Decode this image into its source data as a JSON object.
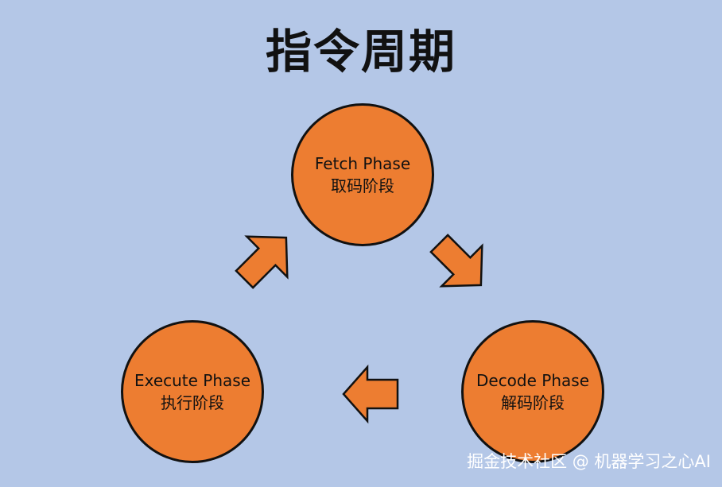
{
  "title": "指令周期",
  "phases": {
    "fetch": {
      "en": "Fetch Phase",
      "zh": "取码阶段"
    },
    "decode": {
      "en": "Decode Phase",
      "zh": "解码阶段"
    },
    "execute": {
      "en": "Execute Phase",
      "zh": "执行阶段"
    }
  },
  "arrows": [
    {
      "from": "fetch",
      "to": "decode"
    },
    {
      "from": "decode",
      "to": "execute"
    },
    {
      "from": "execute",
      "to": "fetch"
    }
  ],
  "watermark": "掘金技术社区 @ 机器学习之心AI",
  "colors": {
    "background": "#b4c7e7",
    "node_fill": "#ed7d31",
    "outline": "#111111"
  }
}
